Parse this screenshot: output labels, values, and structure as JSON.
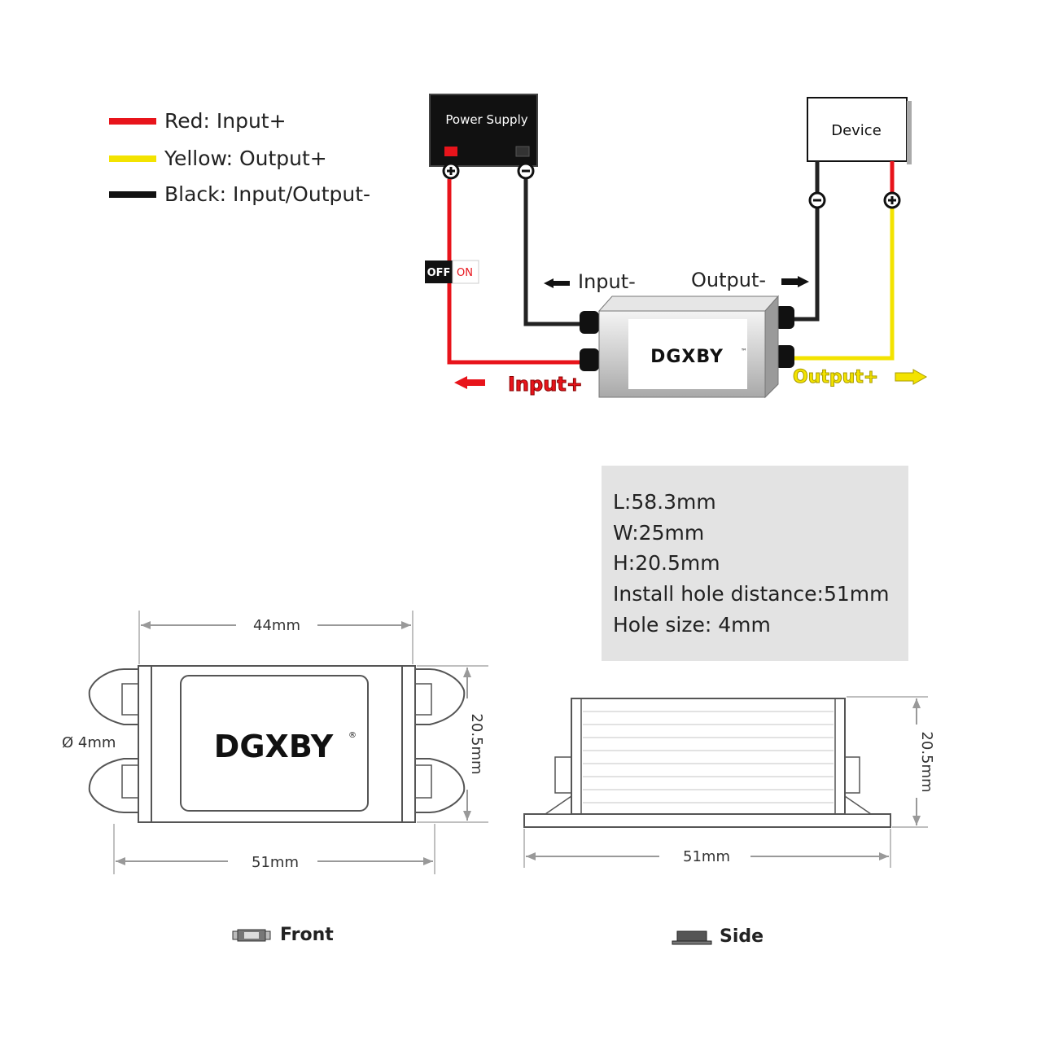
{
  "legend": [
    {
      "label": "Red: Input+",
      "color": "#e8141b"
    },
    {
      "label": "Yellow: Output+",
      "color": "#f3e300"
    },
    {
      "label": "Black: Input/Output-",
      "color": "#111111"
    }
  ],
  "wiring": {
    "power_supply_label": "Power Supply",
    "device_label": "Device",
    "switch_off": "OFF",
    "switch_on": "ON",
    "input_minus": "Input-",
    "output_minus": "Output-",
    "input_plus": "Input+",
    "output_plus": "Output+",
    "brand": "DGXBY",
    "brand_mark": "™"
  },
  "specs": {
    "length": "L:58.3mm",
    "width": "W:25mm",
    "height": "H:20.5mm",
    "hole_distance": "Install hole distance:51mm",
    "hole_size": "Hole size: 4mm"
  },
  "front_view": {
    "width_top": "44mm",
    "width_bottom": "51mm",
    "height": "20.5mm",
    "hole": "Ø 4mm",
    "brand": "DGXBY",
    "brand_mark": "®",
    "caption": "Front"
  },
  "side_view": {
    "width": "51mm",
    "height": "20.5mm",
    "caption": "Side"
  },
  "colors": {
    "red": "#e8141b",
    "yellow": "#f3e300",
    "black": "#111111",
    "dim_gray": "#888888"
  }
}
